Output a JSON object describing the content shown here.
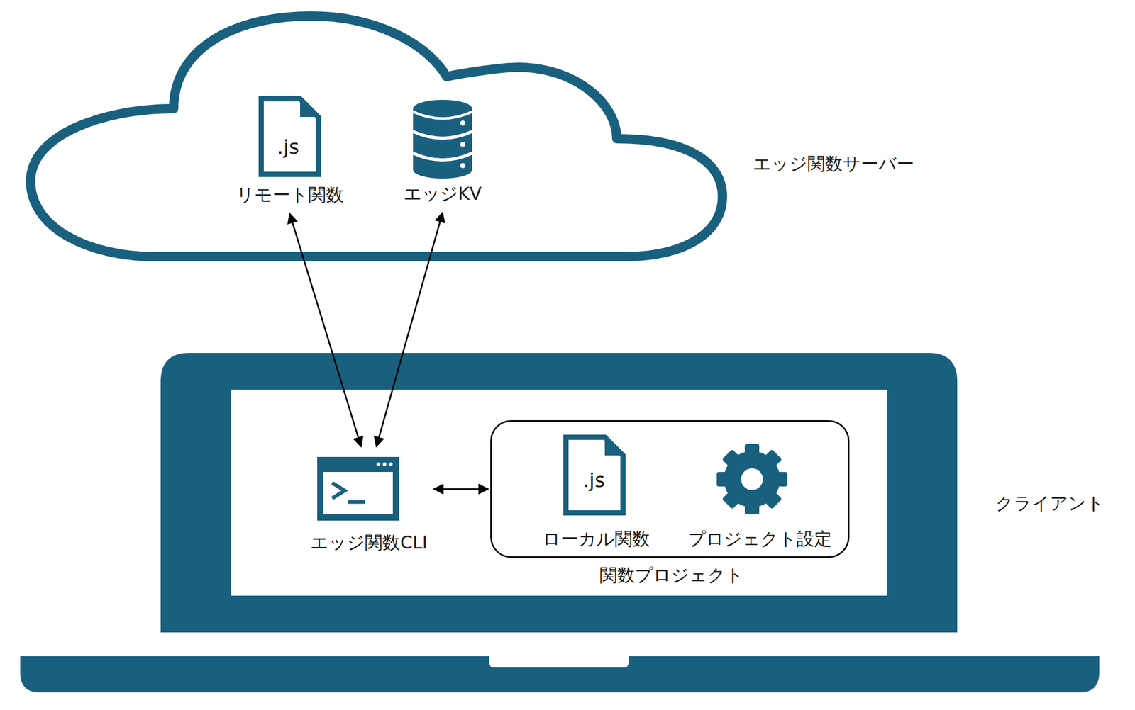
{
  "diagram": {
    "nodes": [
      {
        "text": [
          "エッジ関数サーバー"
        ]
      },
      {
        "text": [
          "リモート関数"
        ],
        "in": 0
      },
      {
        "text": [
          "エッジKV"
        ],
        "in": 0
      },
      {
        "text": [
          "クライアント"
        ]
      },
      {
        "text": [
          "エッジ関数CLI"
        ],
        "in": 3
      },
      {
        "text": [
          "関数プロジェクト"
        ],
        "in": 3
      },
      {
        "text": [
          "ローカル関数"
        ],
        "in": 5
      },
      {
        "text": [
          "プロジェクト設定"
        ],
        "in": 5
      }
    ],
    "edges": [
      {
        "from": 4,
        "to": 1,
        "arrow": "both"
      },
      {
        "from": 4,
        "to": 2,
        "arrow": "both"
      },
      {
        "from": 4,
        "to": 5,
        "arrow": "both"
      }
    ],
    "labels": [
      ".js",
      ".js"
    ]
  }
}
